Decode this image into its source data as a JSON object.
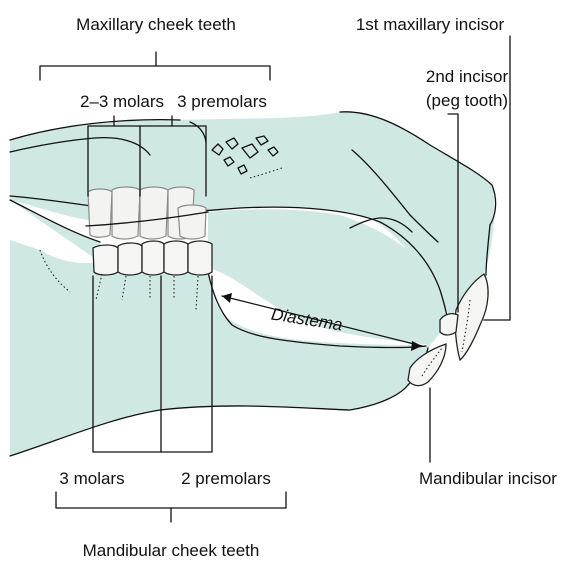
{
  "labels": {
    "maxillary_cheek_teeth": "Maxillary cheek teeth",
    "molars_upper": "2–3 molars",
    "premolars_upper": "3 premolars",
    "first_maxillary_incisor": "1st maxillary incisor",
    "second_incisor_line1": "2nd incisor",
    "second_incisor_line2": "(peg tooth)",
    "diastema": "Diastema",
    "molars_lower": "3 molars",
    "premolars_lower": "2 premolars",
    "mandibular_incisor": "Mandibular incisor",
    "mandibular_cheek_teeth": "Mandibular cheek teeth"
  },
  "colors": {
    "bone_fill": "#cfe8e3",
    "tooth_fill": "#f5f6f4",
    "line": "#111111"
  }
}
